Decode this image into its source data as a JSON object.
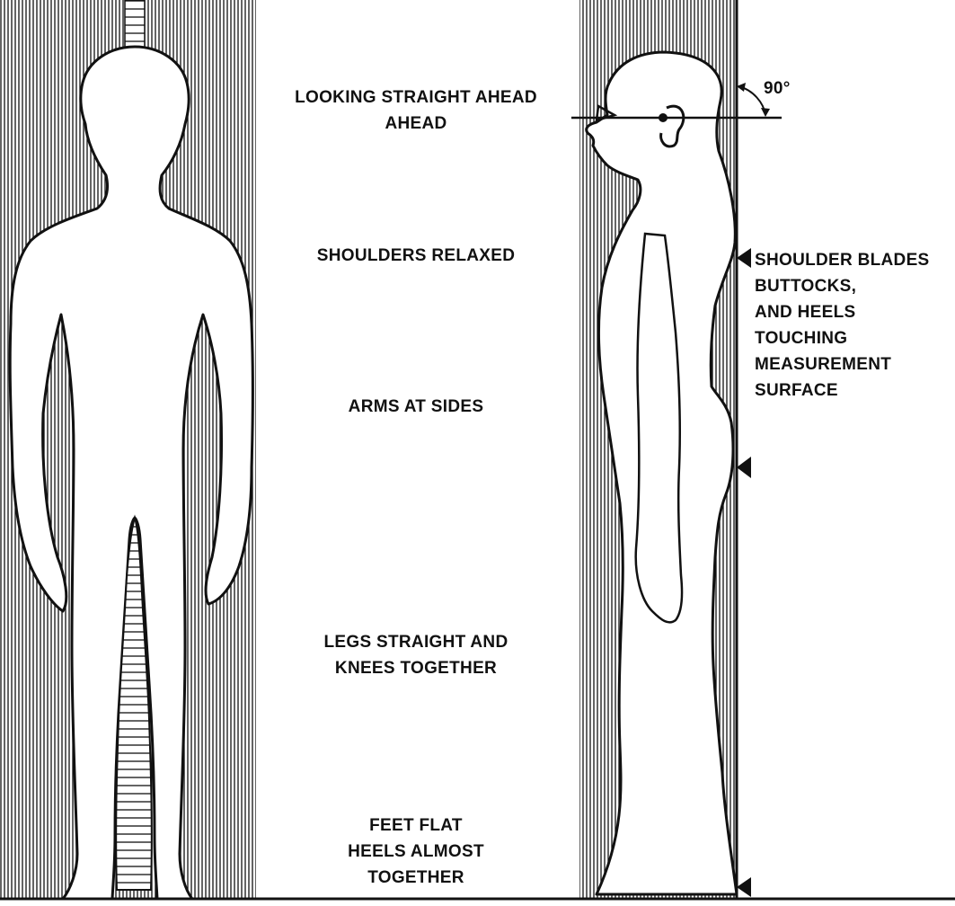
{
  "labels": {
    "looking": [
      "LOOKING STRAIGHT AHEAD",
      "AHEAD"
    ],
    "shoulders": "SHOULDERS RELAXED",
    "arms": "ARMS AT SIDES",
    "legs": [
      "LEGS STRAIGHT AND",
      "KNEES TOGETHER"
    ],
    "feet": [
      "FEET FLAT",
      "HEELS ALMOST",
      "TOGETHER"
    ],
    "touching": [
      "SHOULDER BLADES",
      "BUTTOCKS,",
      "AND HEELS",
      "TOUCHING",
      "MEASUREMENT",
      "SURFACE"
    ],
    "angle": "90°"
  },
  "colors": {
    "ink": "#111111",
    "background": "#ffffff"
  }
}
